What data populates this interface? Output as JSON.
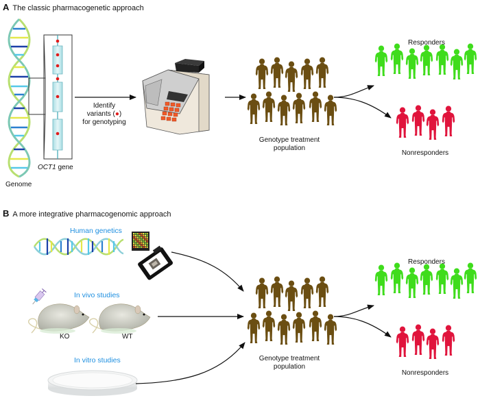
{
  "panel_a": {
    "letter": "A",
    "title": "The classic pharmacogenetic approach",
    "genome_label": "Genome",
    "gene_label_italic": "OCT1",
    "gene_label_rest": " gene",
    "step_label_lines": [
      "Identify",
      "variants (●)",
      "for genotyping"
    ],
    "population_label_lines": [
      "Genotype treatment",
      "population"
    ],
    "responders_label": "Responders",
    "nonresponders_label": "Nonresponders",
    "population_count": 11,
    "responders_count": 7,
    "nonresponders_count": 4
  },
  "panel_b": {
    "letter": "B",
    "title": "A more integrative pharmacogenomic approach",
    "human_genetics_label": "Human genetics",
    "in_vivo_label": "In vivo studies",
    "ko_label": "KO",
    "wt_label": "WT",
    "in_vitro_label": "In vitro studies",
    "population_label_lines": [
      "Genotype treatment",
      "population"
    ],
    "responders_label": "Responders",
    "nonresponders_label": "Nonresponders",
    "population_count": 11,
    "responders_count": 7,
    "nonresponders_count": 4
  },
  "colors": {
    "population": "#6b4e12",
    "responders": "#3fdc1c",
    "nonresponders": "#e0143c",
    "variant_dot": "#e01b1b",
    "exon": "#bfe6ea",
    "blue_label": "#1e8fe0"
  }
}
